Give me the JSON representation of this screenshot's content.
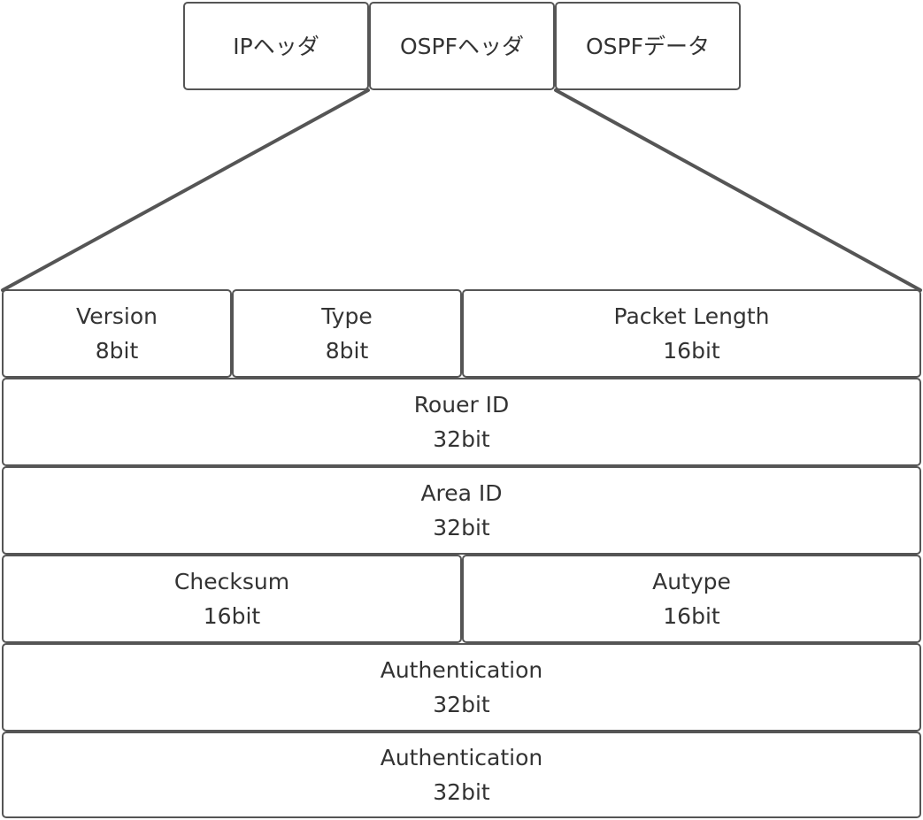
{
  "packet": {
    "segments": [
      {
        "label": "IPヘッダ"
      },
      {
        "label": "OSPFヘッダ"
      },
      {
        "label": "OSPFデータ"
      }
    ]
  },
  "header_fields": [
    {
      "name": "Version",
      "size": "8bit"
    },
    {
      "name": "Type",
      "size": "8bit"
    },
    {
      "name": "Packet Length",
      "size": "16bit"
    },
    {
      "name": "Rouer ID",
      "size": "32bit"
    },
    {
      "name": "Area ID",
      "size": "32bit"
    },
    {
      "name": "Checksum",
      "size": "16bit"
    },
    {
      "name": "Autype",
      "size": "16bit"
    },
    {
      "name": "Authentication",
      "size": "32bit"
    },
    {
      "name": "Authentication",
      "size": "32bit"
    }
  ],
  "colors": {
    "stroke": "#555555",
    "text": "#333333"
  }
}
